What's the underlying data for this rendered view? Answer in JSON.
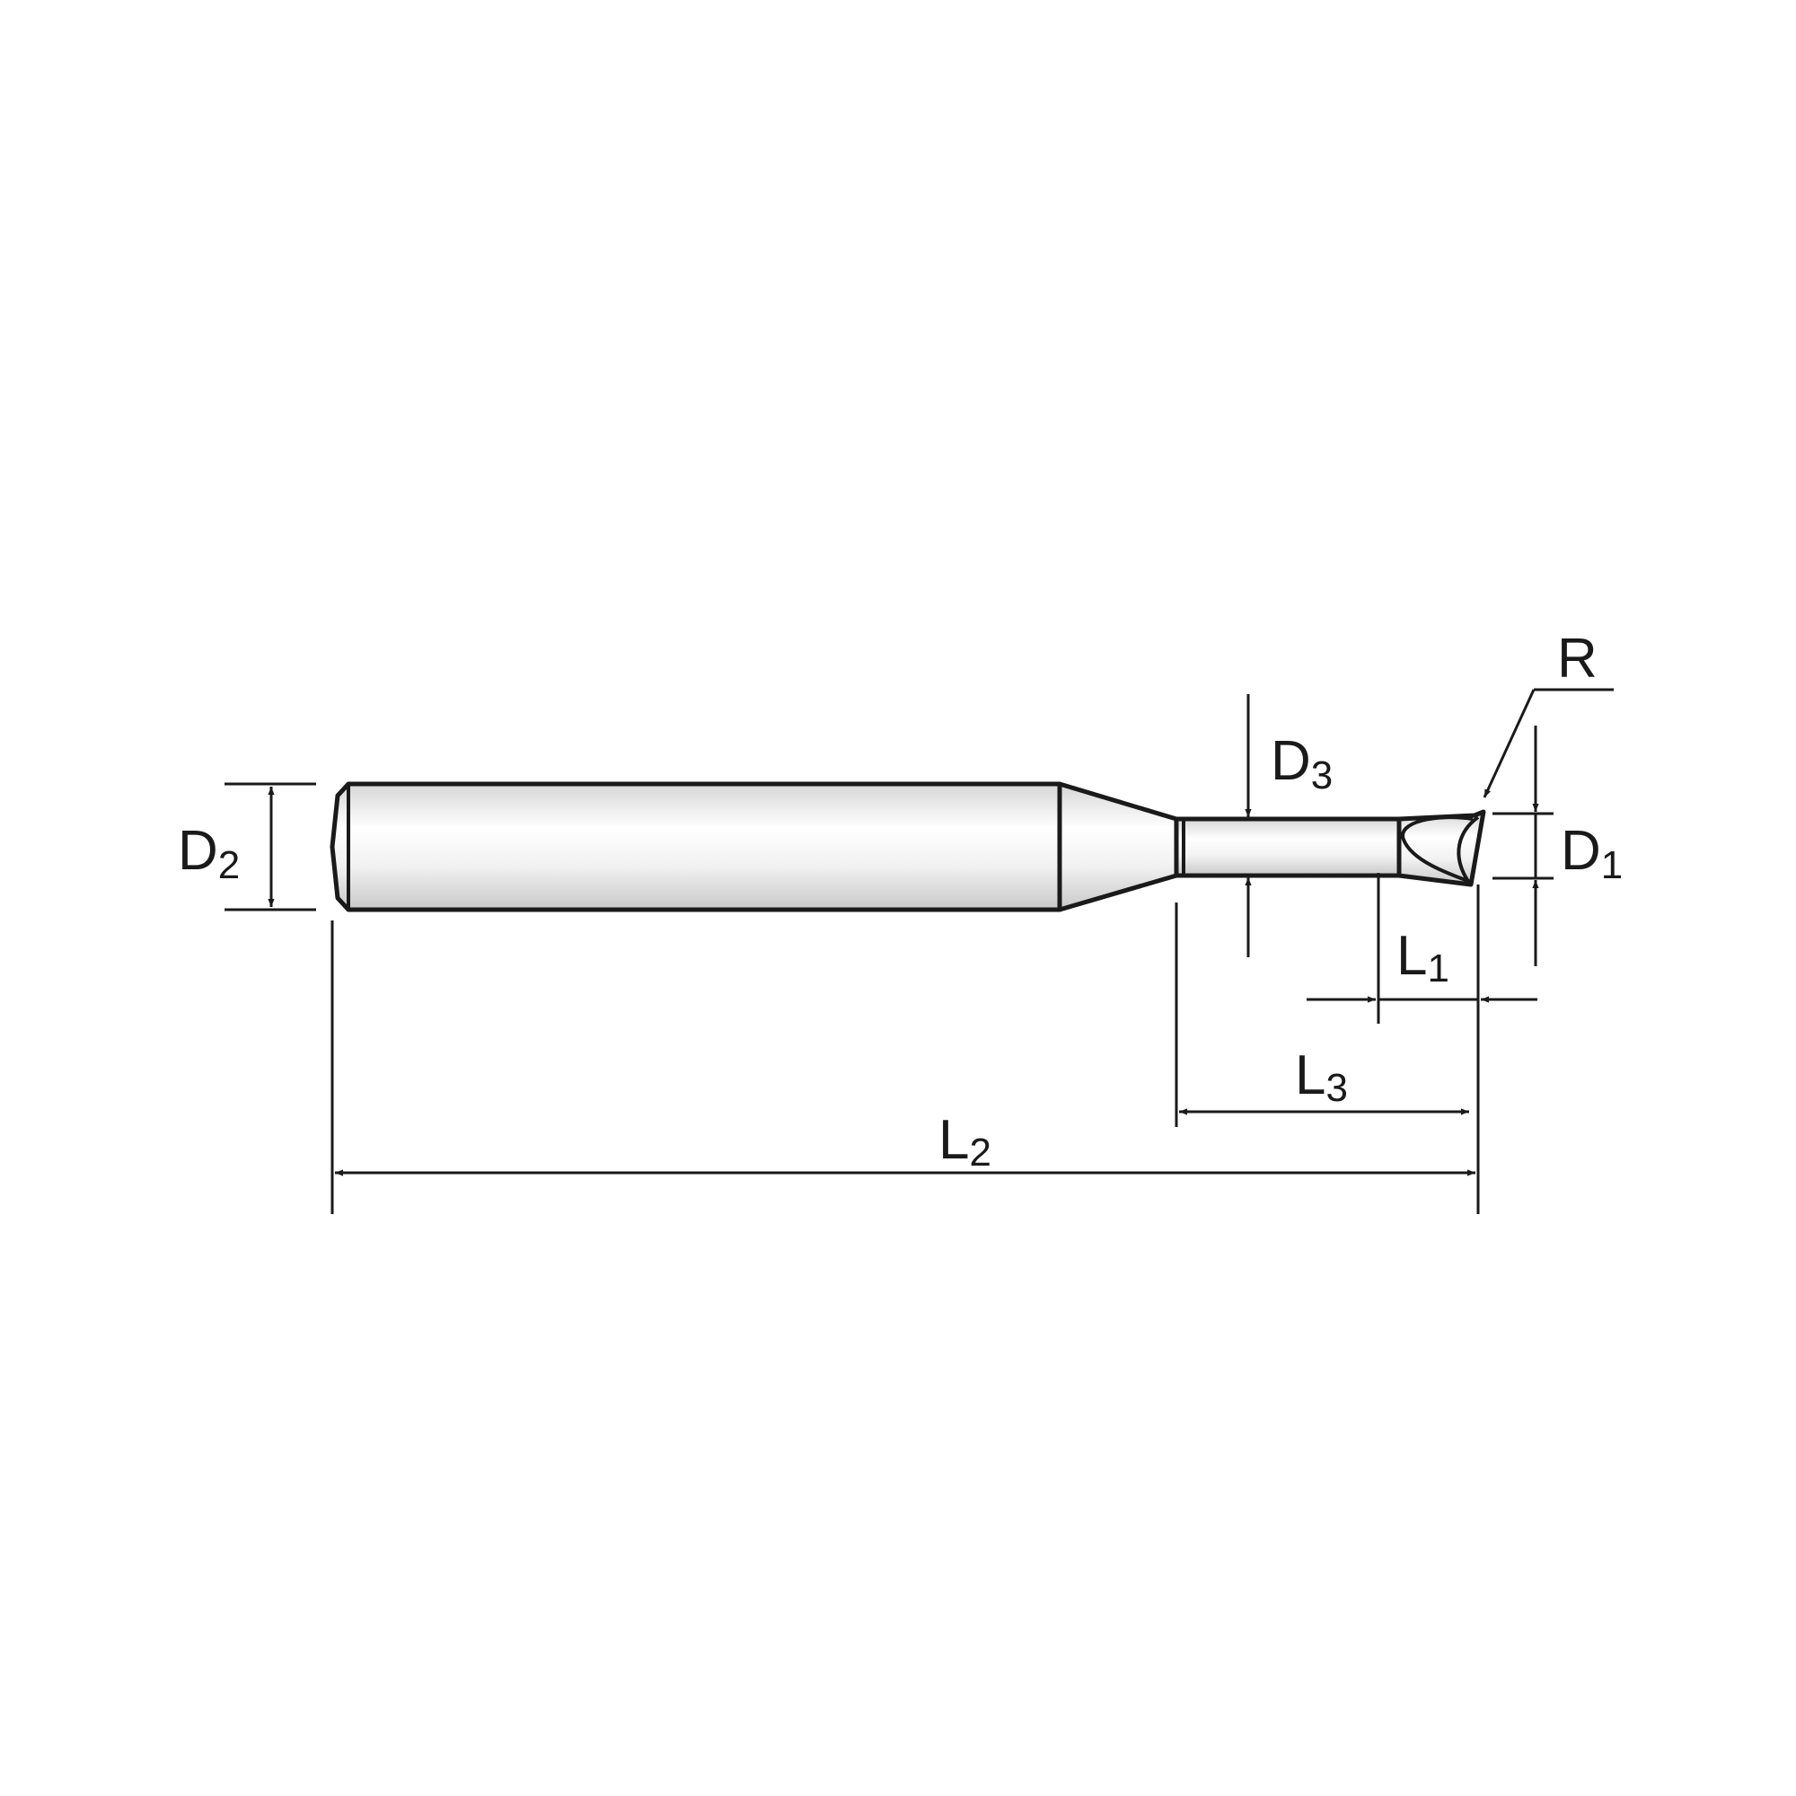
{
  "labels": {
    "d1": {
      "main": "D",
      "sub": "1"
    },
    "d2": {
      "main": "D",
      "sub": "2"
    },
    "d3": {
      "main": "D",
      "sub": "3"
    },
    "l1": {
      "main": "L",
      "sub": "1"
    },
    "l2": {
      "main": "L",
      "sub": "2"
    },
    "l3": {
      "main": "L",
      "sub": "3"
    },
    "r": "R"
  },
  "colors": {
    "line": "#1a1a1a",
    "body_light": "#ffffff",
    "body_shade": "#d9d9d9",
    "background": "#ffffff"
  }
}
